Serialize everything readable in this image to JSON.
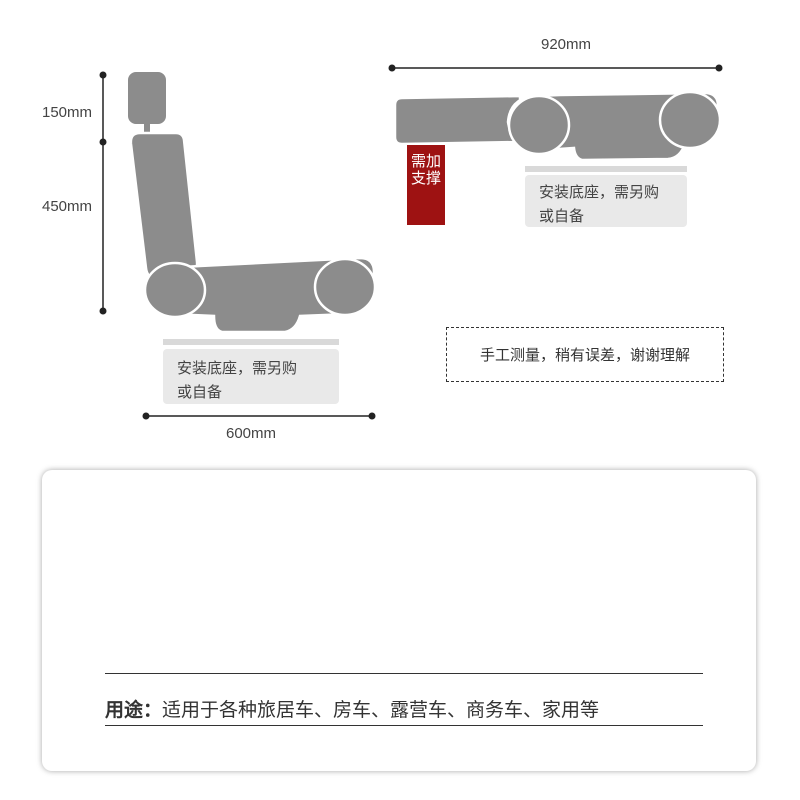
{
  "side_view": {
    "headrest_height": "150mm",
    "backrest_height": "450mm",
    "width": "600mm",
    "base_note_line1": "安装底座，需另购",
    "base_note_line2": "或自备"
  },
  "flat_view": {
    "length": "920mm",
    "support_tag": "需加支撑",
    "base_note_line1": "安装底座，需另购",
    "base_note_line2": "或自备"
  },
  "disclaimer": "手工测量，稍有误差，谢谢理解",
  "usage": {
    "label": "用途：",
    "text": "适用于各种旅居车、房车、露营车、商务车、家用等"
  },
  "colors": {
    "seat_fill": "#8c8c8c",
    "seat_outline": "#ffffff",
    "support_red": "#9e1212",
    "note_bg": "#e9e9e9"
  }
}
